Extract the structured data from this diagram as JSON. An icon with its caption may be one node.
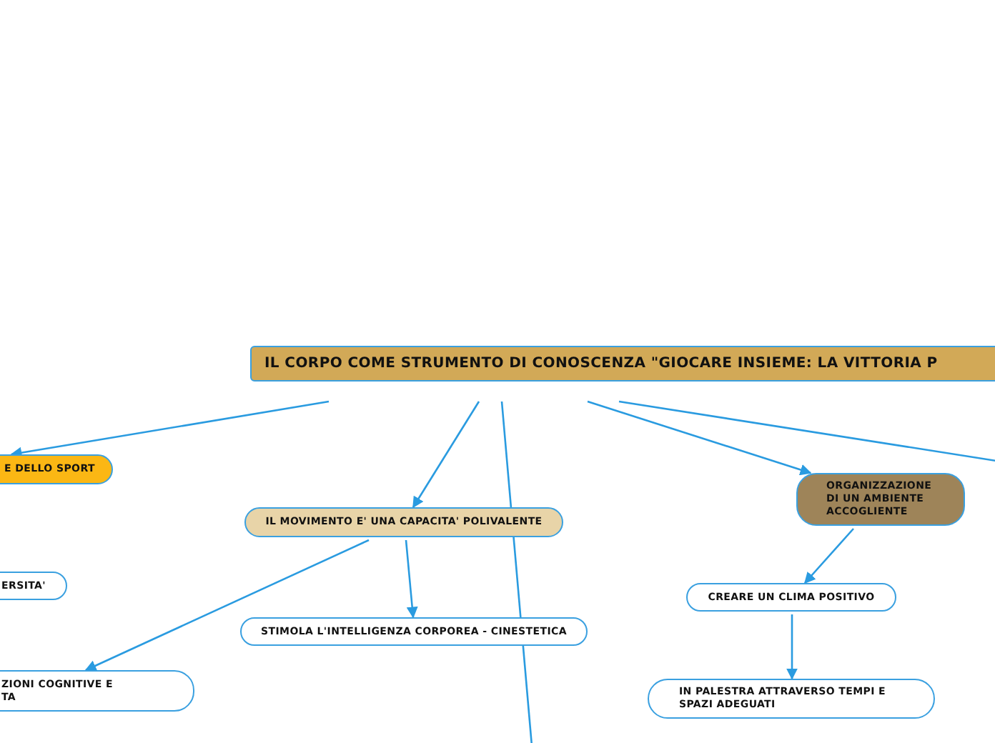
{
  "diagram": {
    "nodes": [
      {
        "text": [
          "IL CORPO COME STRUMENTO DI CONOSCENZA \"GIOCARE INSIEME: LA VITTORIA P"
        ]
      },
      {
        "text": [
          "E DELLO SPORT"
        ]
      },
      {
        "text": [
          "IL MOVIMENTO E' UNA CAPACITA' POLIVALENTE"
        ]
      },
      {
        "text": [
          "ERSITA'"
        ]
      },
      {
        "text": [
          "STIMOLA L'INTELLIGENZA CORPOREA - CINESTETICA"
        ]
      },
      {
        "text": [
          "ZIONI COGNITIVE E TA"
        ]
      },
      {
        "text": [
          "ORGANIZZAZIONE DI UN AMBIENTE ACCOGLIENTE"
        ]
      },
      {
        "text": [
          "CREARE UN CLIMA POSITIVO"
        ]
      },
      {
        "text": [
          "IN PALESTRA ATTRAVERSO TEMPI E SPAZI ADEGUATI"
        ]
      }
    ],
    "edges": [
      {
        "from": 0,
        "to": 1,
        "arrow": "to"
      },
      {
        "from": 0,
        "to": 2,
        "arrow": "to"
      },
      {
        "from": 0,
        "to": null,
        "arrow": "none"
      },
      {
        "from": 0,
        "to": 6,
        "arrow": "to"
      },
      {
        "from": 0,
        "to": null,
        "arrow": "none"
      },
      {
        "from": 2,
        "to": 5,
        "arrow": "to"
      },
      {
        "from": 2,
        "to": 4,
        "arrow": "to"
      },
      {
        "from": 6,
        "to": 7,
        "arrow": "to"
      },
      {
        "from": 7,
        "to": 8,
        "arrow": "to"
      }
    ]
  }
}
